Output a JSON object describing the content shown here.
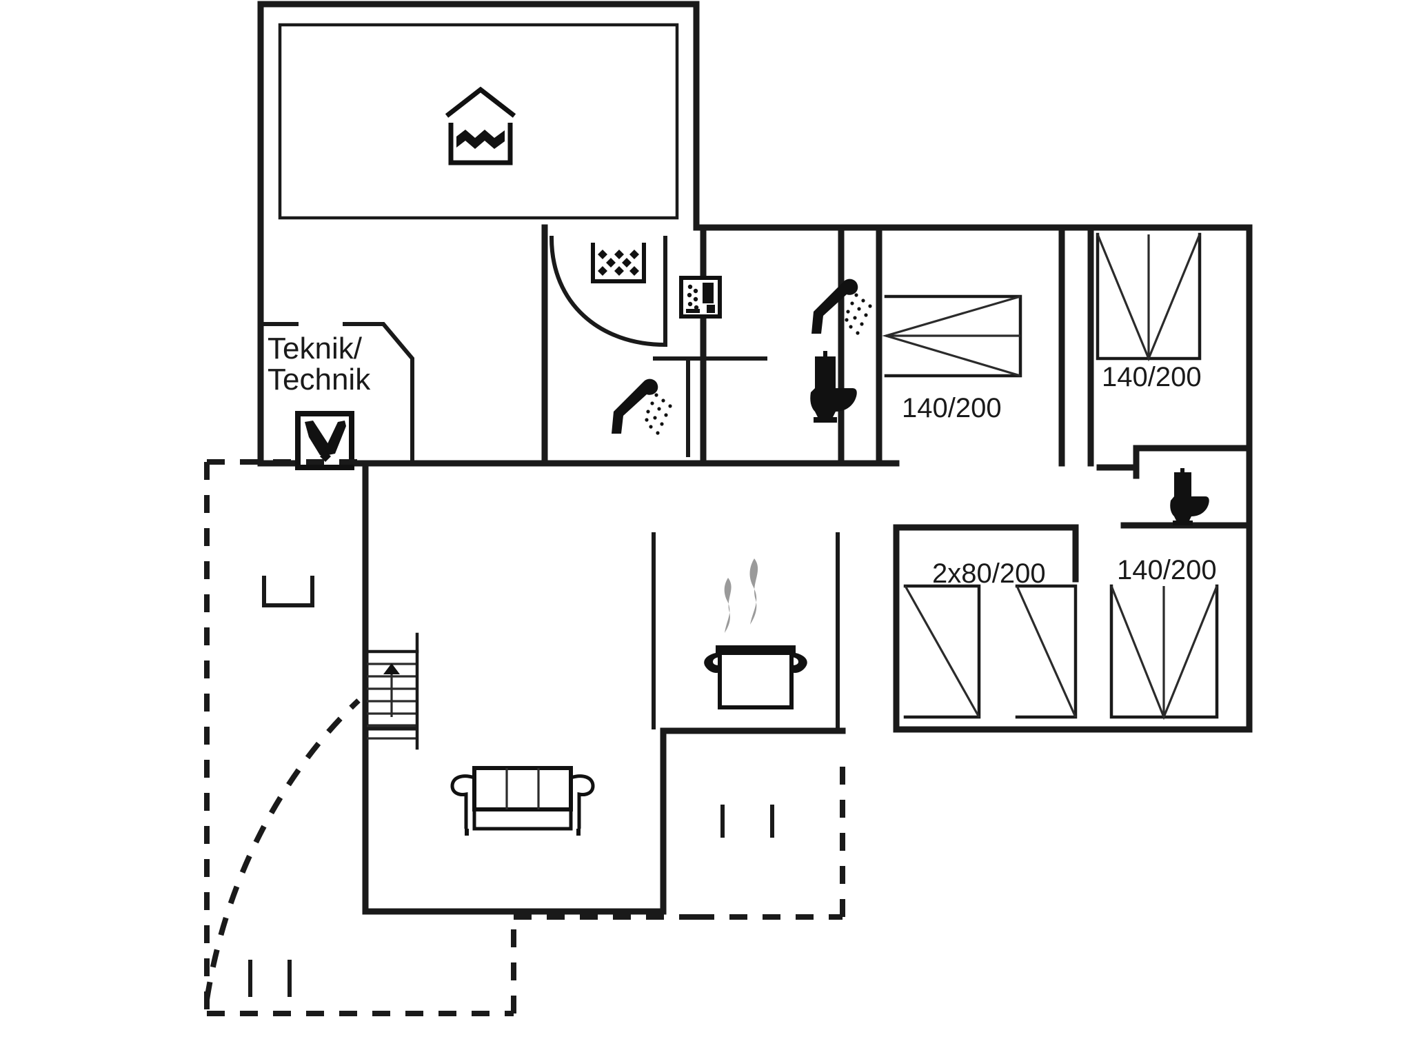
{
  "plan": {
    "title": "Holiday house floor plan",
    "rooms": [
      {
        "id": "technical-room",
        "label_line1": "Teknik/",
        "label_line2": "Technik"
      }
    ],
    "bed_labels": [
      {
        "id": "bed-label-center",
        "text": "140/200"
      },
      {
        "id": "bed-label-top-right",
        "text": "140/200"
      },
      {
        "id": "bed-label-twin",
        "text": "2x80/200"
      },
      {
        "id": "bed-label-bottom-right",
        "text": "140/200"
      }
    ],
    "icons": [
      {
        "id": "indoor-pool-icon",
        "name": "indoor-pool-icon",
        "description": "Indoor swimming pool"
      },
      {
        "id": "whirlpool-icon",
        "name": "whirlpool-icon",
        "description": "Corner whirlpool bath"
      },
      {
        "id": "sauna-icon",
        "name": "sauna-icon",
        "description": "Sauna"
      },
      {
        "id": "shower-icon-1",
        "name": "shower-icon",
        "description": "Shower"
      },
      {
        "id": "shower-icon-2",
        "name": "shower-icon",
        "description": "Shower"
      },
      {
        "id": "toilet-icon-1",
        "name": "toilet-icon",
        "description": "Toilet"
      },
      {
        "id": "toilet-icon-2",
        "name": "toilet-icon",
        "description": "Toilet"
      },
      {
        "id": "washing-machine-icon",
        "name": "washing-machine-icon",
        "description": "Utility / technical equipment"
      },
      {
        "id": "kitchen-icon",
        "name": "cooking-pot-icon",
        "description": "Kitchen cooking pot with steam"
      },
      {
        "id": "sofa-icon",
        "name": "sofa-icon",
        "description": "Living room sofa"
      },
      {
        "id": "stairs-icon",
        "name": "stairs-up-icon",
        "description": "Staircase going up"
      }
    ],
    "colors": {
      "wall": "#1a1a1a",
      "background": "#ffffff",
      "steam": "#9a9a9a",
      "label": "#1a1a1a"
    }
  }
}
